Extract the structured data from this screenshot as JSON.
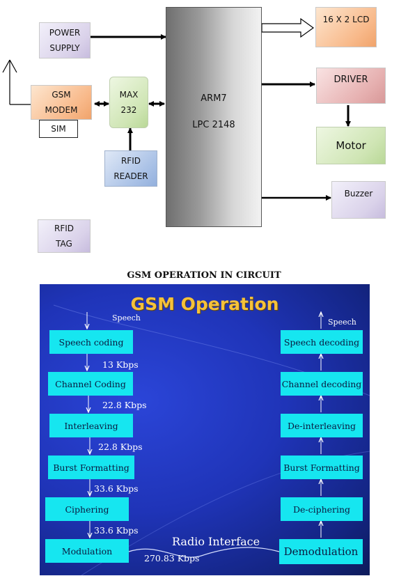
{
  "blocks": {
    "power": "POWER\nSUPPLY",
    "lcd": "16 X 2 LCD",
    "gsm_modem": "GSM\nMODEM",
    "sim": "SIM",
    "max": "MAX\n232",
    "arm": "ARM7\nLPC 2148",
    "driver": "DRIVER",
    "motor": "Motor",
    "rfid_reader": "RFID\nREADER",
    "buzzer": "Buzzer",
    "rfid_tag": "RFID\nTAG"
  },
  "caption": "GSM OPERATION IN CIRCUIT",
  "gsm": {
    "title": "GSM Operation",
    "speech_in": "Speech",
    "speech_out": "Speech",
    "tx": [
      "Speech coding",
      "Channel Coding",
      "Interleaving",
      "Burst Formatting",
      "Ciphering",
      "Modulation"
    ],
    "rx": [
      "Speech decoding",
      "Channel decoding",
      "De-interleaving",
      "Burst Formatting",
      "De-ciphering",
      "Demodulation"
    ],
    "rates": [
      "13 Kbps",
      "22.8 Kbps",
      "22.8 Kbps",
      "33.6 Kbps",
      "33.6 Kbps"
    ],
    "radio_interface": "Radio Interface",
    "radio_rate": "270.83 Kbps"
  },
  "colors": {
    "block_cyan": "#16e6f0",
    "title_gold": "#f5c23a",
    "background_blue": "#1f34b8"
  }
}
